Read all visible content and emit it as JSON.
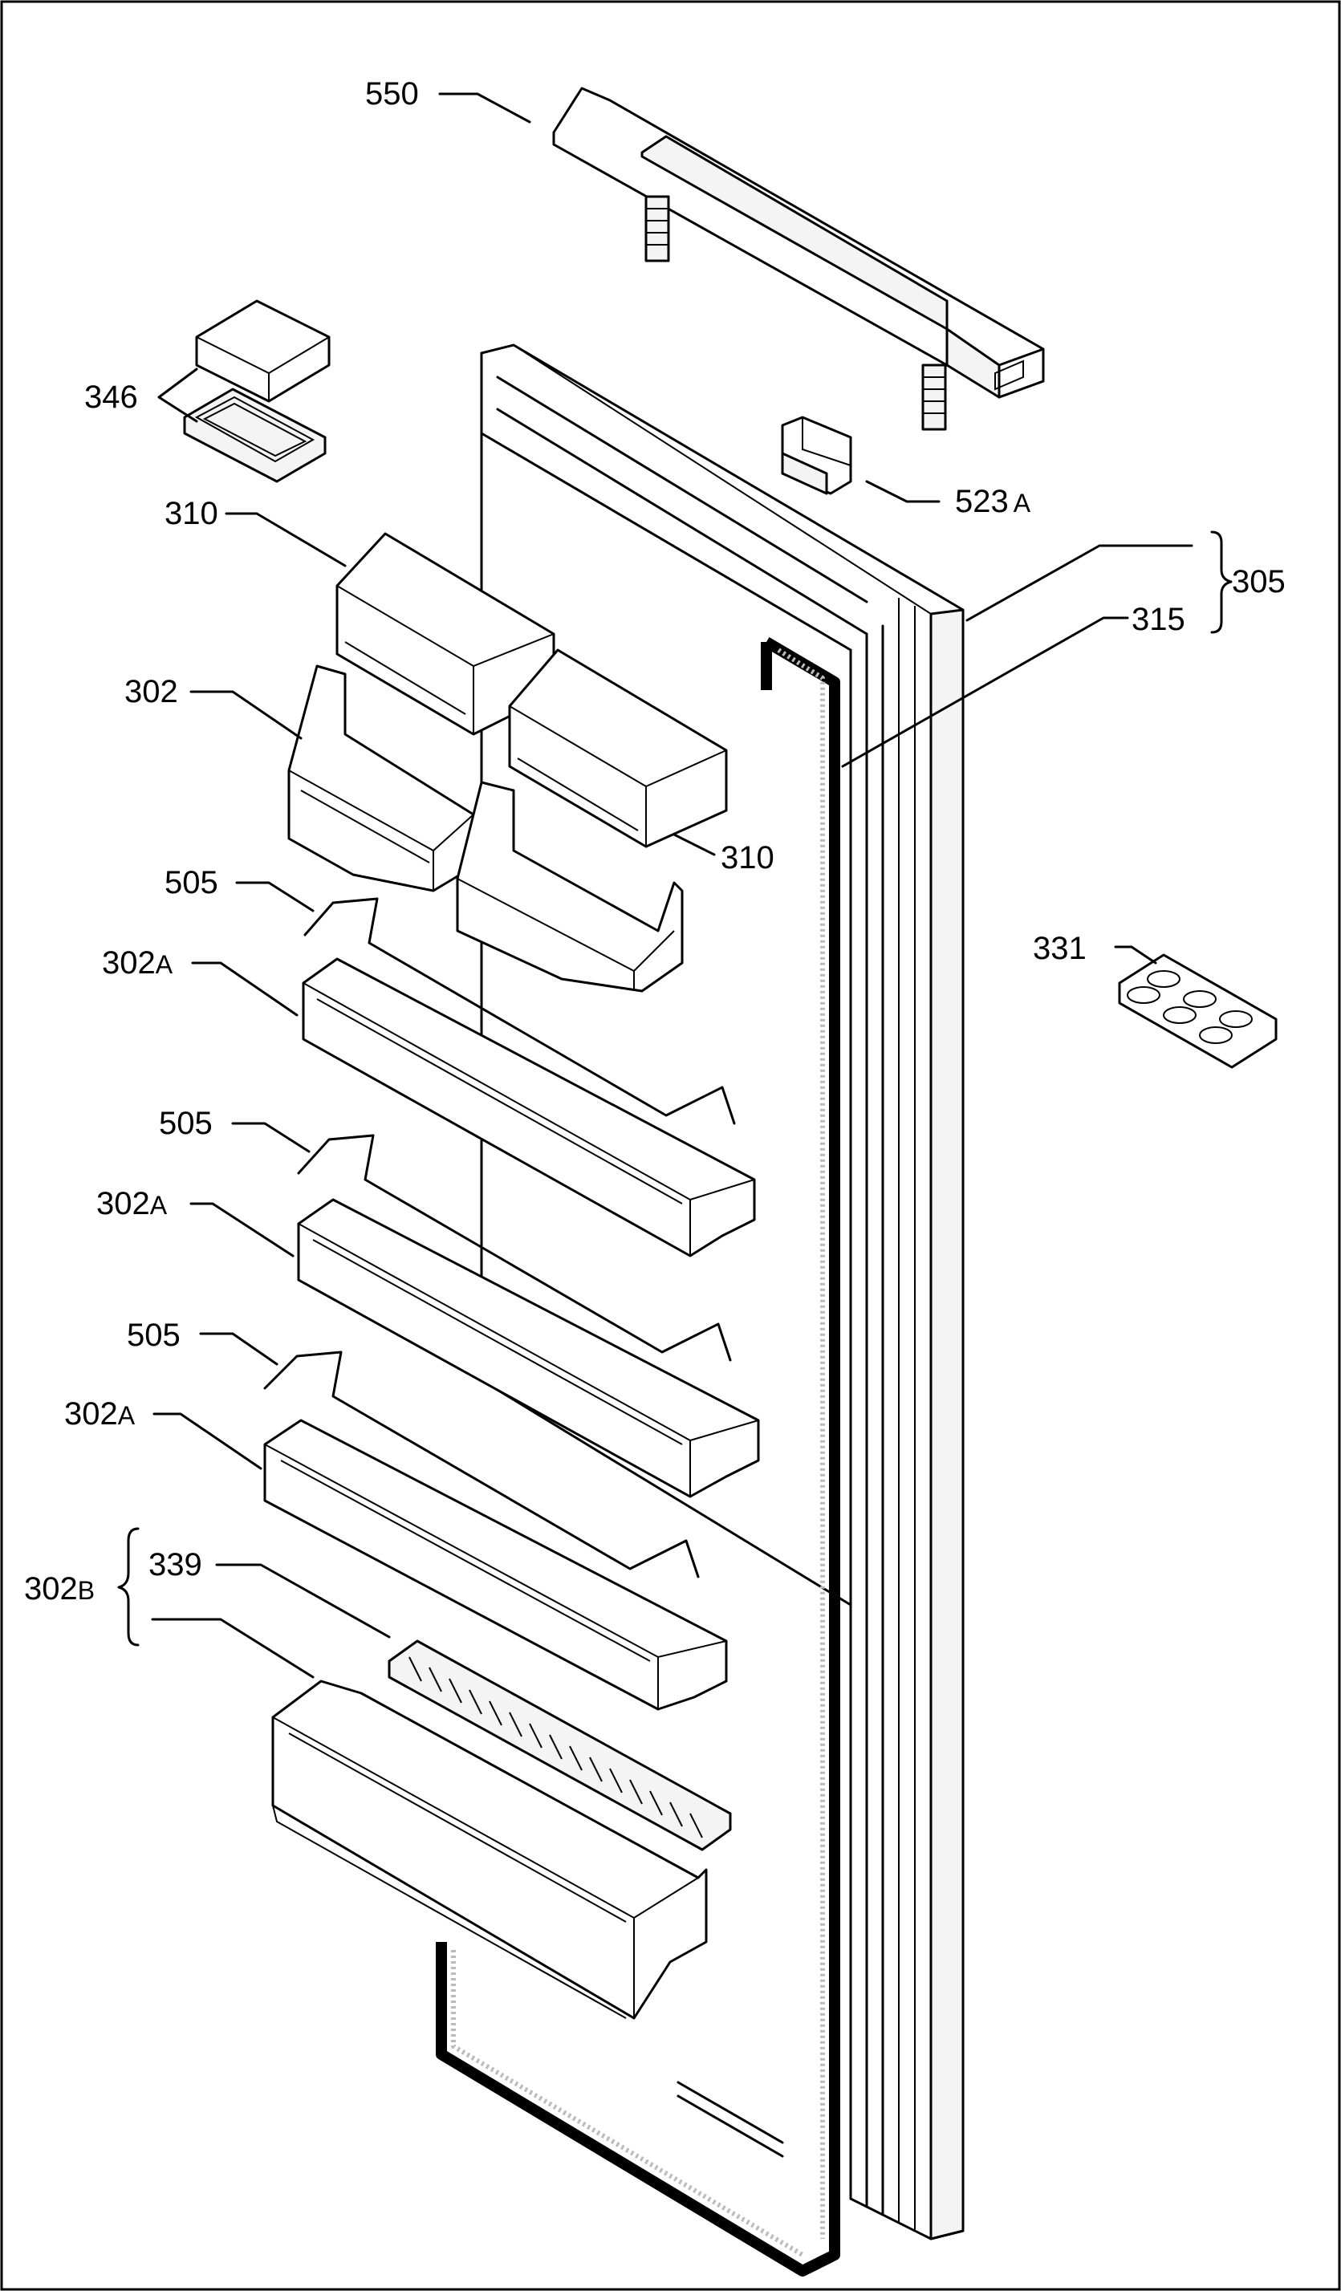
{
  "callouts": {
    "c550": "550",
    "c346": "346",
    "c523a_num": "523",
    "c523a_suffix": "A",
    "c310_top": "310",
    "c305": "305",
    "c315": "315",
    "c302": "302",
    "c310_bottom": "310",
    "c505_1": "505",
    "c331": "331",
    "c302a_1_num": "302",
    "c302a_1_suffix": "A",
    "c505_2": "505",
    "c302a_2_num": "302",
    "c302a_2_suffix": "A",
    "c505_3": "505",
    "c302a_3_num": "302",
    "c302a_3_suffix": "A",
    "c339": "339",
    "c302b_num": "302",
    "c302b_suffix": "B"
  }
}
